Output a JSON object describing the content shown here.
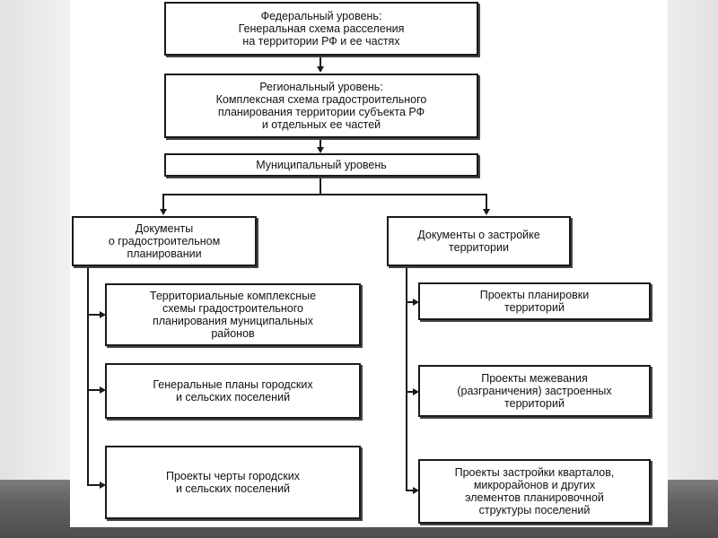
{
  "diagram": {
    "federal": "Федеральный уровень:\nГенеральная схема расселения\nна территории РФ и ее частях",
    "regional": "Региональный уровень:\nКомплексная схема градостроительного\nпланирования территории субъекта РФ\nи отдельных ее частей",
    "municipal": "Муниципальный уровень",
    "left_branch": {
      "title": "Документы\nо градостроительном\nпланировании",
      "items": [
        "Территориальные комплексные\nсхемы градостроительного\nпланирования муниципальных\nрайонов",
        "Генеральные планы городских\nи сельских поселений",
        "Проекты черты городских\nи сельских поселений"
      ]
    },
    "right_branch": {
      "title": "Документы о застройке\nтерритории",
      "items": [
        "Проекты планировки\nтерриторий",
        "Проекты межевания\n(разграничения) застроенных\nтерриторий",
        "Проекты застройки кварталов,\nмикрорайонов и других\nэлементов планировочной\nструктуры поселений"
      ]
    }
  },
  "colors": {
    "line": "#1a1a1a",
    "paper": "#ffffff",
    "footer": "#5e5e5e"
  }
}
